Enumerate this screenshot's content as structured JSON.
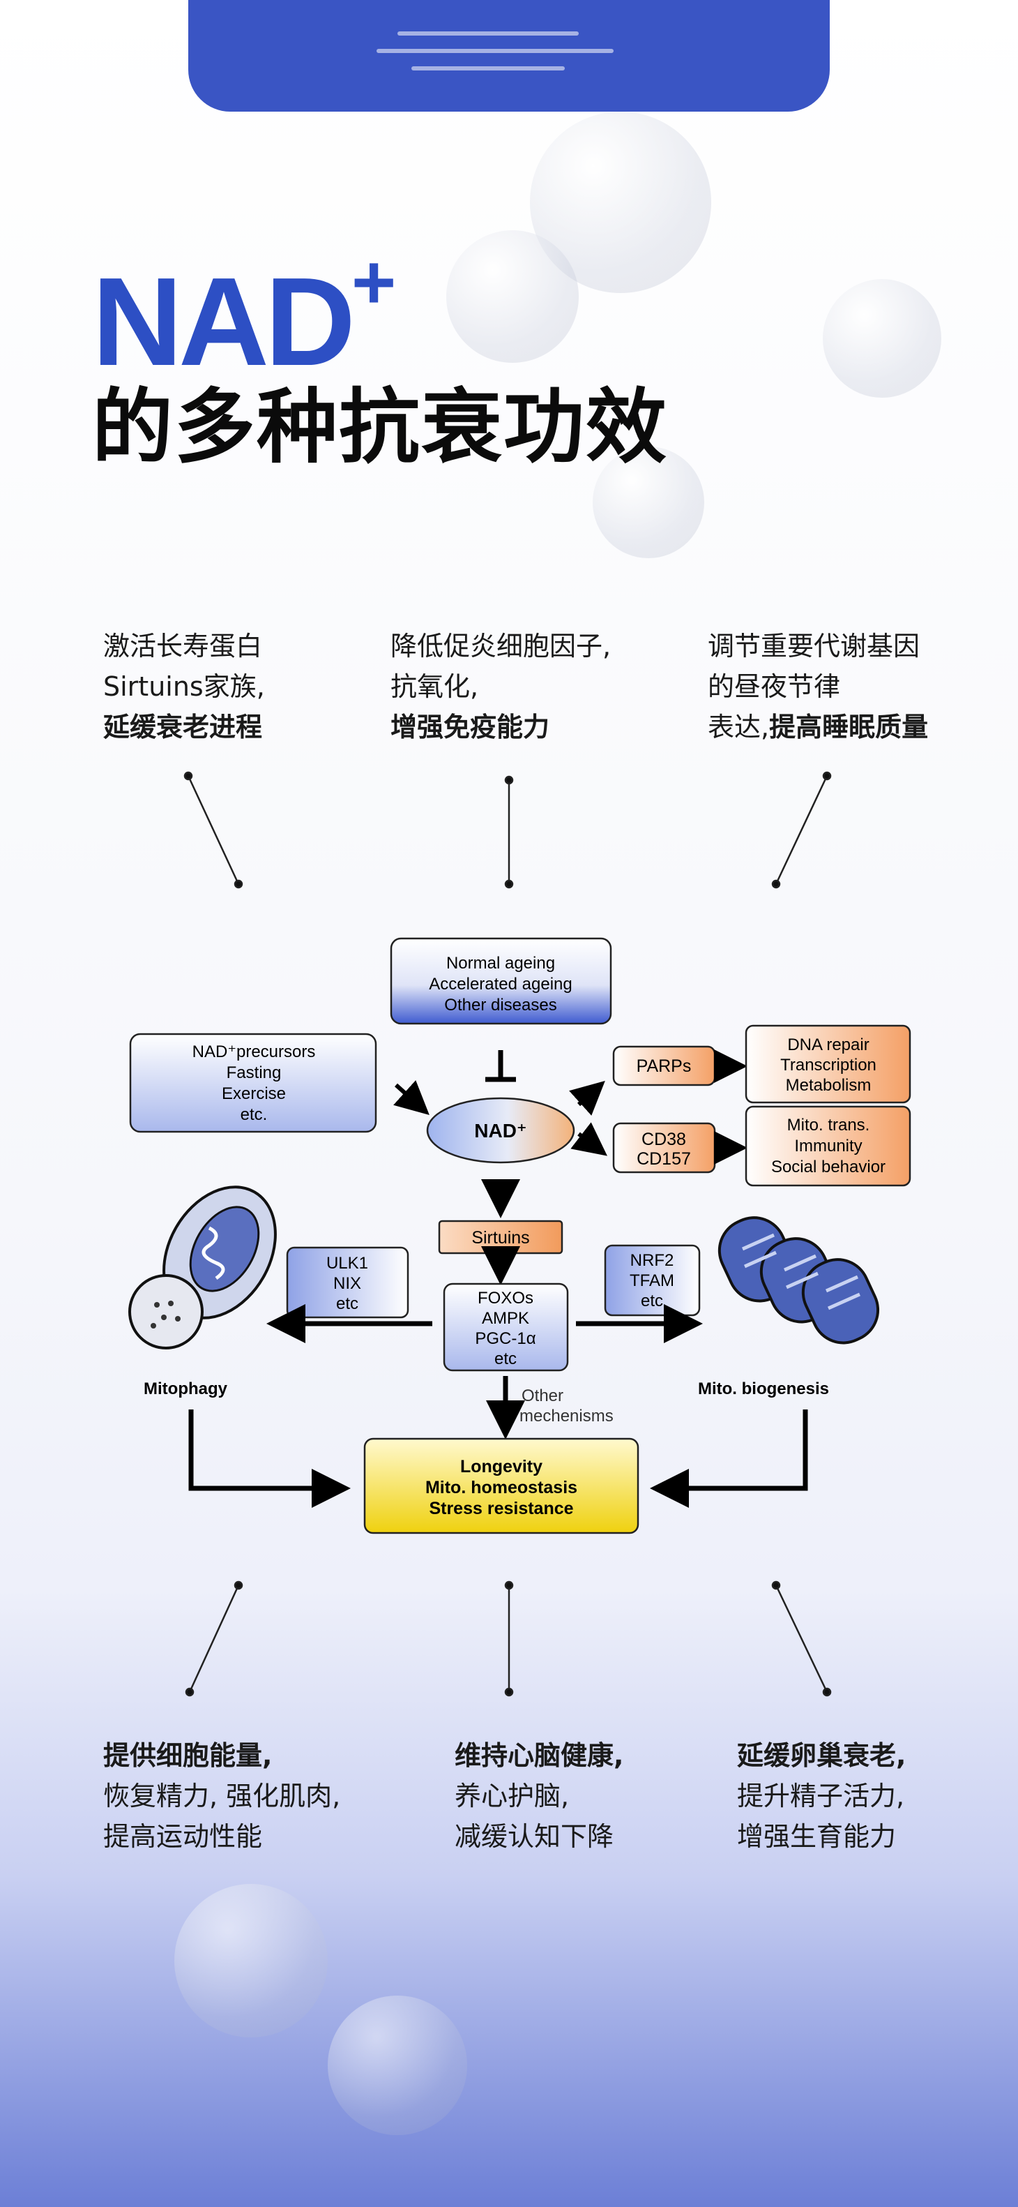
{
  "title": {
    "nad": "NAD",
    "plus": "+",
    "subtitle": "的多种抗衰功效"
  },
  "top_benefits": [
    {
      "line1": "激活长寿蛋白",
      "line2": "Sirtuins家族,",
      "line3": "",
      "bold": "延缓衰老进程"
    },
    {
      "line1": "降低促炎细胞因子,",
      "line2": "抗氧化,",
      "line3": "",
      "bold": "增强免疫能力"
    },
    {
      "line1": "调节重要代谢基因",
      "line2": "的昼夜节律",
      "line3": "表达,",
      "bold": "提高睡眠质量"
    }
  ],
  "bottom_benefits": [
    {
      "bold": "提供细胞能量,",
      "line1": "恢复精力, 强化肌肉,",
      "line2": "提高运动性能"
    },
    {
      "bold": "维持心脑健康,",
      "line1": "养心护脑,",
      "line2": "减缓认知下降"
    },
    {
      "bold": "延缓卵巢衰老,",
      "line1": "提升精子活力,",
      "line2": "增强生育能力"
    }
  ],
  "diagram": {
    "ageing_box": [
      "Normal ageing",
      "Accelerated ageing",
      "Other diseases"
    ],
    "precursor_box": [
      "NAD⁺precursors",
      "Fasting",
      "Exercise",
      "etc."
    ],
    "nad_center": "NAD⁺",
    "parps": "PARPs",
    "parps_effects": [
      "DNA repair",
      "Transcription",
      "Metabolism"
    ],
    "cd_box": [
      "CD38",
      "CD157"
    ],
    "cd_effects": [
      "Mito. trans.",
      "Immunity",
      "Social behavior"
    ],
    "sirtuins": "Sirtuins",
    "foxo_box": [
      "FOXOs",
      "AMPK",
      "PGC-1α",
      "etc"
    ],
    "ulk_box": [
      "ULK1",
      "NIX",
      "etc"
    ],
    "nrf_box": [
      "NRF2",
      "TFAM",
      "etc"
    ],
    "mitophagy": "Mitophagy",
    "biogenesis": "Mito. biogenesis",
    "other_mechanisms": [
      "Other",
      "mechenisms"
    ],
    "longevity_box": [
      "Longevity",
      "Mito. homeostasis",
      "Stress resistance"
    ]
  },
  "colors": {
    "brand_blue": "#2d4fc4",
    "box_orange": "#f4a066",
    "box_yellow": "#f0d018"
  }
}
